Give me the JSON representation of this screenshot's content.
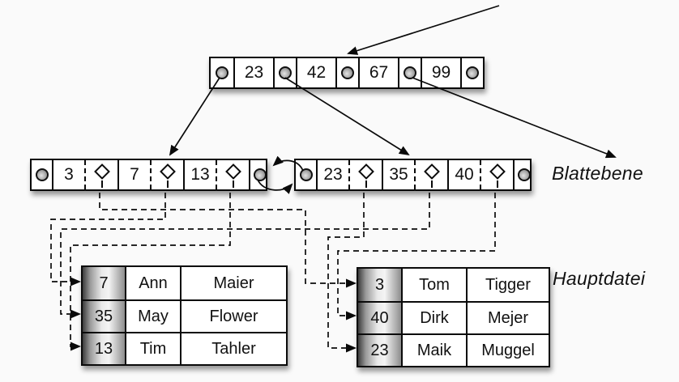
{
  "root_node": {
    "keys": [
      "23",
      "42",
      "67",
      "99"
    ]
  },
  "leaf_level": {
    "label": "Blattebene",
    "left_leaf": {
      "keys": [
        "3",
        "7",
        "13"
      ]
    },
    "right_leaf": {
      "keys": [
        "23",
        "35",
        "40"
      ]
    }
  },
  "main_file": {
    "label": "Hauptdatei",
    "left_table": {
      "rows": [
        {
          "key": "7",
          "first": "Ann",
          "last": "Maier"
        },
        {
          "key": "35",
          "first": "May",
          "last": "Flower"
        },
        {
          "key": "13",
          "first": "Tim",
          "last": "Tahler"
        }
      ]
    },
    "right_table": {
      "rows": [
        {
          "key": "3",
          "first": "Tom",
          "last": "Tigger"
        },
        {
          "key": "40",
          "first": "Dirk",
          "last": "Mejer"
        },
        {
          "key": "23",
          "first": "Maik",
          "last": "Muggel"
        }
      ]
    }
  },
  "colors": {
    "background": "#fafafa",
    "node_fill": "#ffffff",
    "line": "#0a0a0a",
    "pointer_dot": "#8e8e8e",
    "key_column_gradient_dark": "#3c3c3c"
  }
}
